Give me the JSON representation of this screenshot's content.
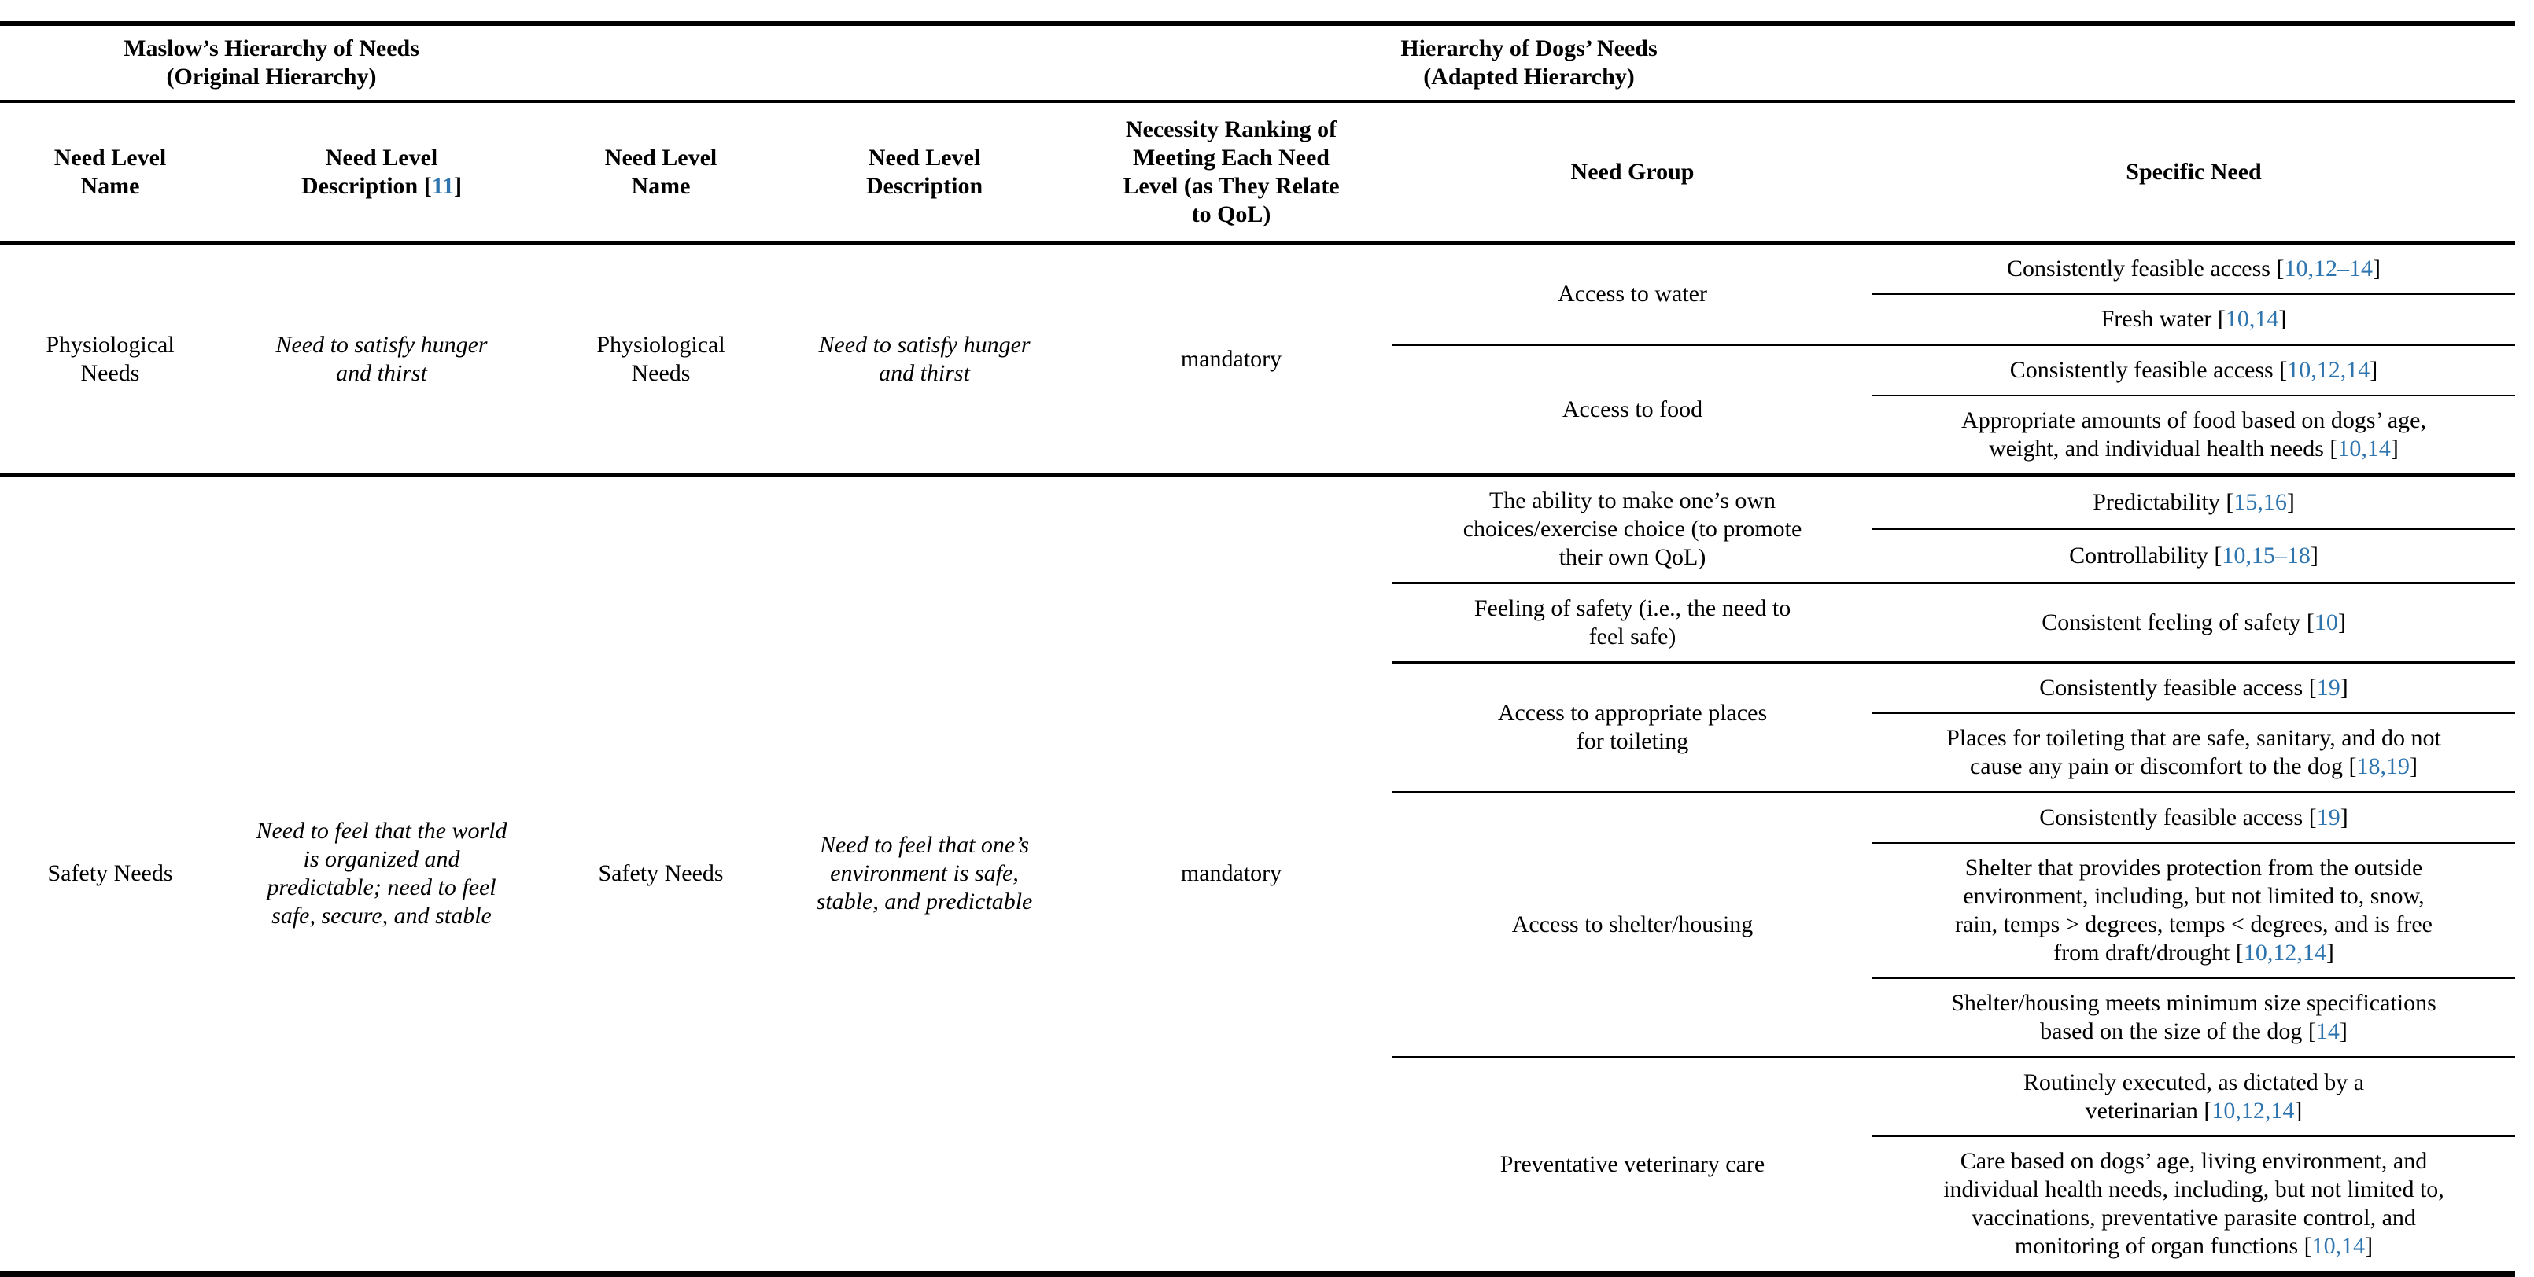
{
  "table": {
    "punct": {
      "open": " [",
      "close": "]"
    },
    "link_color": "#2E75B0",
    "top_headers": [
      {
        "label": "Maslow’s Hierarchy of Needs\n(Original Hierarchy)",
        "colspan": 2
      },
      {
        "label": "Hierarchy of Dogs’ Needs\n(Adapted Hierarchy)",
        "colspan": 5
      }
    ],
    "column_headers": [
      {
        "label": "Need Level\nName"
      },
      {
        "label": "Need Level\nDescription",
        "cite": "11"
      },
      {
        "label": "Need Level\nName"
      },
      {
        "label": "Need Level\nDescription"
      },
      {
        "label": "Necessity Ranking of\nMeeting Each Need\nLevel (as They Relate\nto QoL)"
      },
      {
        "label": "Need Group"
      },
      {
        "label": "Specific Need"
      }
    ],
    "sections": [
      {
        "maslow_name": "Physiological\nNeeds",
        "maslow_description": "Need to satisfy hunger\nand thirst",
        "dog_name": "Physiological\nNeeds",
        "dog_description": "Need to satisfy hunger\nand thirst",
        "necessity": "mandatory",
        "groups": [
          {
            "name": "Access to water",
            "needs": [
              {
                "text": "Consistently feasible access",
                "cite": "10,12–14"
              },
              {
                "text": "Fresh water",
                "cite": "10,14"
              }
            ]
          },
          {
            "name": "Access to food",
            "needs": [
              {
                "text": "Consistently feasible access",
                "cite": "10,12,14"
              },
              {
                "text": "Appropriate amounts of food based on dogs’ age,\nweight, and individual health needs",
                "cite": "10,14"
              }
            ]
          }
        ]
      },
      {
        "maslow_name": "Safety Needs",
        "maslow_description": "Need to feel that the world\nis organized and\npredictable; need to feel\nsafe, secure, and stable",
        "dog_name": "Safety Needs",
        "dog_description": "Need to feel that one’s\nenvironment is safe,\nstable, and predictable",
        "necessity": "mandatory",
        "groups": [
          {
            "name": "The ability to make one’s own\nchoices/exercise choice (to promote\ntheir own QoL)",
            "needs": [
              {
                "text": "Predictability",
                "cite": "15,16"
              },
              {
                "text": "Controllability",
                "cite": "10,15–18"
              }
            ]
          },
          {
            "name": "Feeling of safety (i.e., the need to\nfeel safe)",
            "needs": [
              {
                "text": "Consistent feeling of safety",
                "cite": "10"
              }
            ]
          },
          {
            "name": "Access to appropriate places\nfor toileting",
            "needs": [
              {
                "text": "Consistently feasible access",
                "cite": "19"
              },
              {
                "text": "Places for toileting that are safe, sanitary, and do not\ncause any pain or discomfort to the dog",
                "cite": "18,19"
              }
            ]
          },
          {
            "name": "Access to shelter/housing",
            "needs": [
              {
                "text": "Consistently feasible access",
                "cite": "19"
              },
              {
                "text": "Shelter that provides protection from the outside\nenvironment, including, but not limited to, snow,\nrain, temps > degrees, temps < degrees, and is free\nfrom draft/drought",
                "cite": "10,12,14"
              },
              {
                "text": "Shelter/housing meets minimum size specifications\nbased on the size of the dog",
                "cite": "14"
              }
            ]
          },
          {
            "name": "Preventative veterinary care",
            "needs": [
              {
                "text": "Routinely executed, as dictated by a\nveterinarian",
                "cite": "10,12,14"
              },
              {
                "text": "Care based on dogs’ age, living environment, and\nindividual health needs, including, but not limited to,\nvaccinations, preventative parasite control, and\nmonitoring of organ functions",
                "cite": "10,14"
              }
            ]
          }
        ]
      }
    ]
  }
}
